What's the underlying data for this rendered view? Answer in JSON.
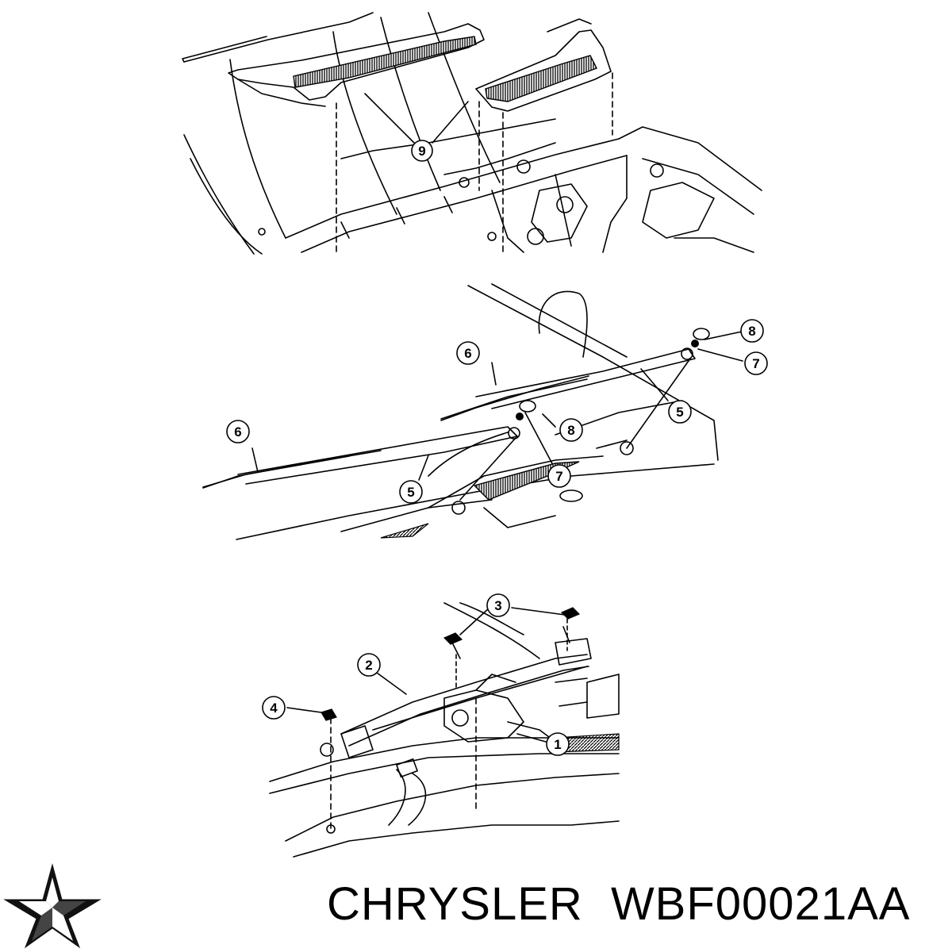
{
  "callouts": {
    "top": [
      "9"
    ],
    "middle": [
      "6",
      "8",
      "7",
      "5",
      "6",
      "5",
      "8",
      "7"
    ],
    "bottom": [
      "3",
      "2",
      "4",
      "1"
    ]
  },
  "caption": {
    "brand": "CHRYSLER",
    "part_number": "WBF00021AA"
  },
  "colors": {
    "line": "#000000",
    "background": "#ffffff"
  },
  "icons": {
    "logo": "pentastar-logo-icon"
  }
}
